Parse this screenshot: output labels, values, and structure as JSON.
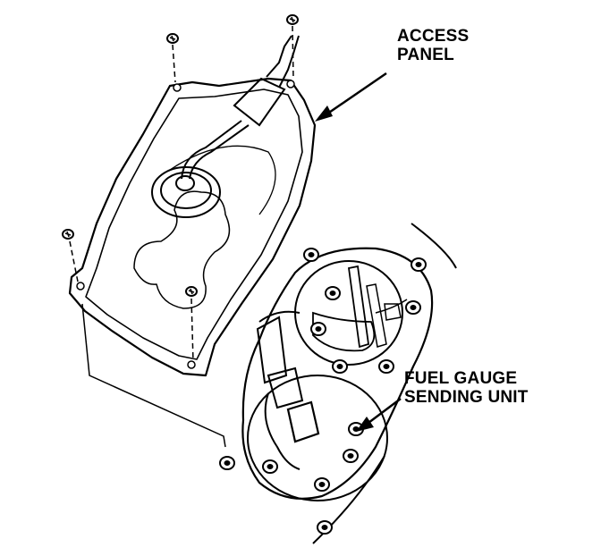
{
  "labels": {
    "access_panel": [
      "ACCESS",
      "PANEL"
    ],
    "fuel_gauge_sending_unit": [
      "FUEL GAUGE",
      "SENDING UNIT"
    ]
  },
  "colors": {
    "ink": "#000000",
    "paper": "#ffffff"
  }
}
